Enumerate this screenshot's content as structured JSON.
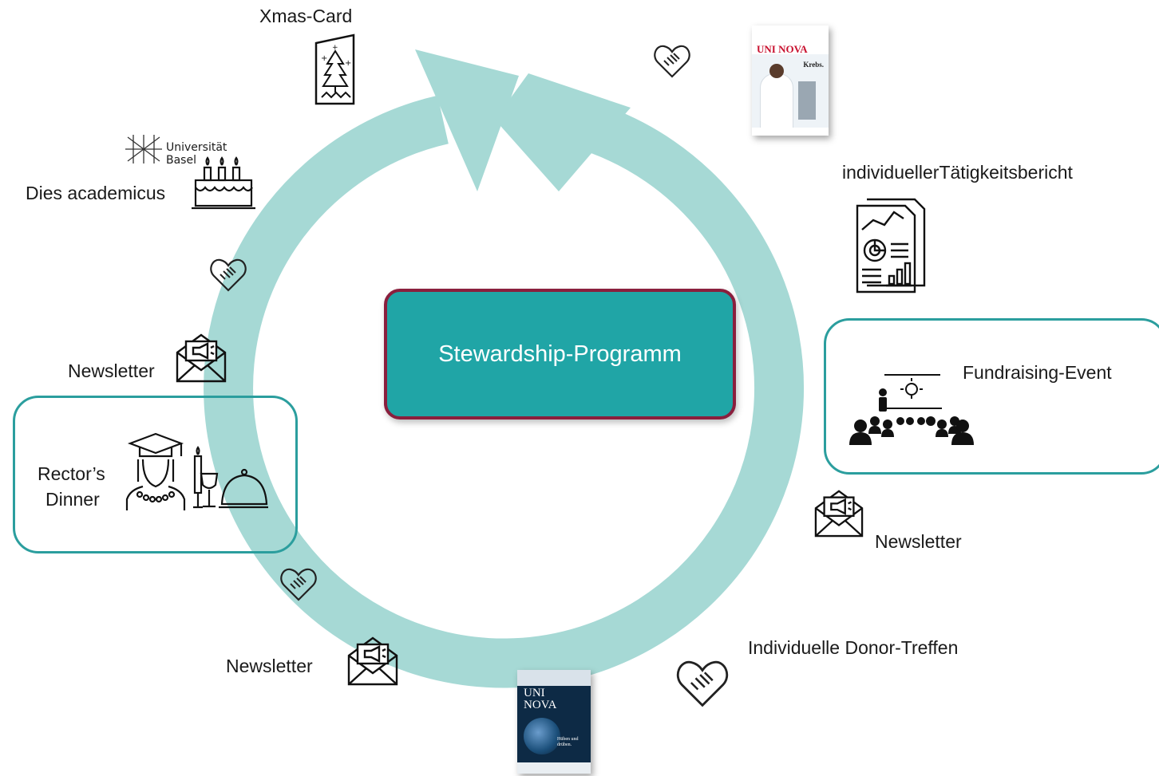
{
  "center": {
    "title": "Stewardship-Programm"
  },
  "labels": {
    "xmas": "Xmas-Card",
    "dies": "Dies academicus",
    "uni_logo_line1": "Universität",
    "uni_logo_line2": "Basel",
    "newsletter_left": "Newsletter",
    "rector_line1": "Rector’s",
    "rector_line2": "Dinner",
    "newsletter_bottom": "Newsletter",
    "report": "individuellerTätigkeitsbericht",
    "fundraising": "Fundraising-Event",
    "newsletter_right": "Newsletter",
    "donor": "Individuelle Donor-Treffen"
  },
  "magazine_top": {
    "brand_a": "UNI",
    "brand_b": "NOVA",
    "headline": "Krebs."
  },
  "magazine_bottom": {
    "brand_a": "UNI",
    "brand_b": "NOVA",
    "headline": "Hüben und drüben."
  },
  "colors": {
    "ring": "#a6d9d5",
    "center_fill": "#20a5a6",
    "center_border": "#8a1f3d",
    "frame": "#2b9e9e"
  }
}
